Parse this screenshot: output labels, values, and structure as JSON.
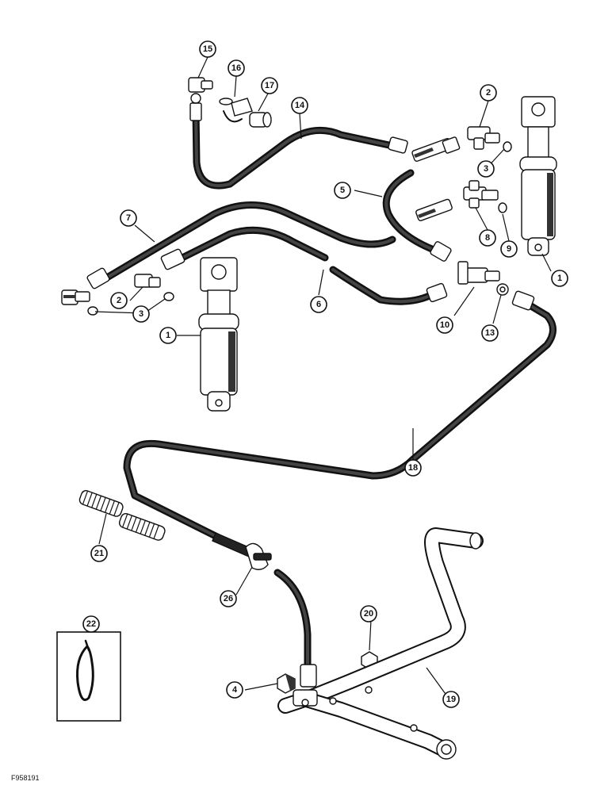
{
  "figure_code": "F958191",
  "callouts": {
    "c15": "15",
    "c16": "16",
    "c17": "17",
    "c14": "14",
    "c2a": "2",
    "c3a": "3",
    "c5": "5",
    "c8": "8",
    "c9": "9",
    "c1a": "1",
    "c7": "7",
    "c2b": "2",
    "c3b": "3",
    "c1b": "1",
    "c6": "6",
    "c10": "10",
    "c13": "13",
    "c18": "18",
    "c21": "21",
    "c26": "26",
    "c22": "22",
    "c20": "20",
    "c4": "4",
    "c19": "19"
  },
  "colors": {
    "line": "#111111",
    "background": "#ffffff"
  }
}
